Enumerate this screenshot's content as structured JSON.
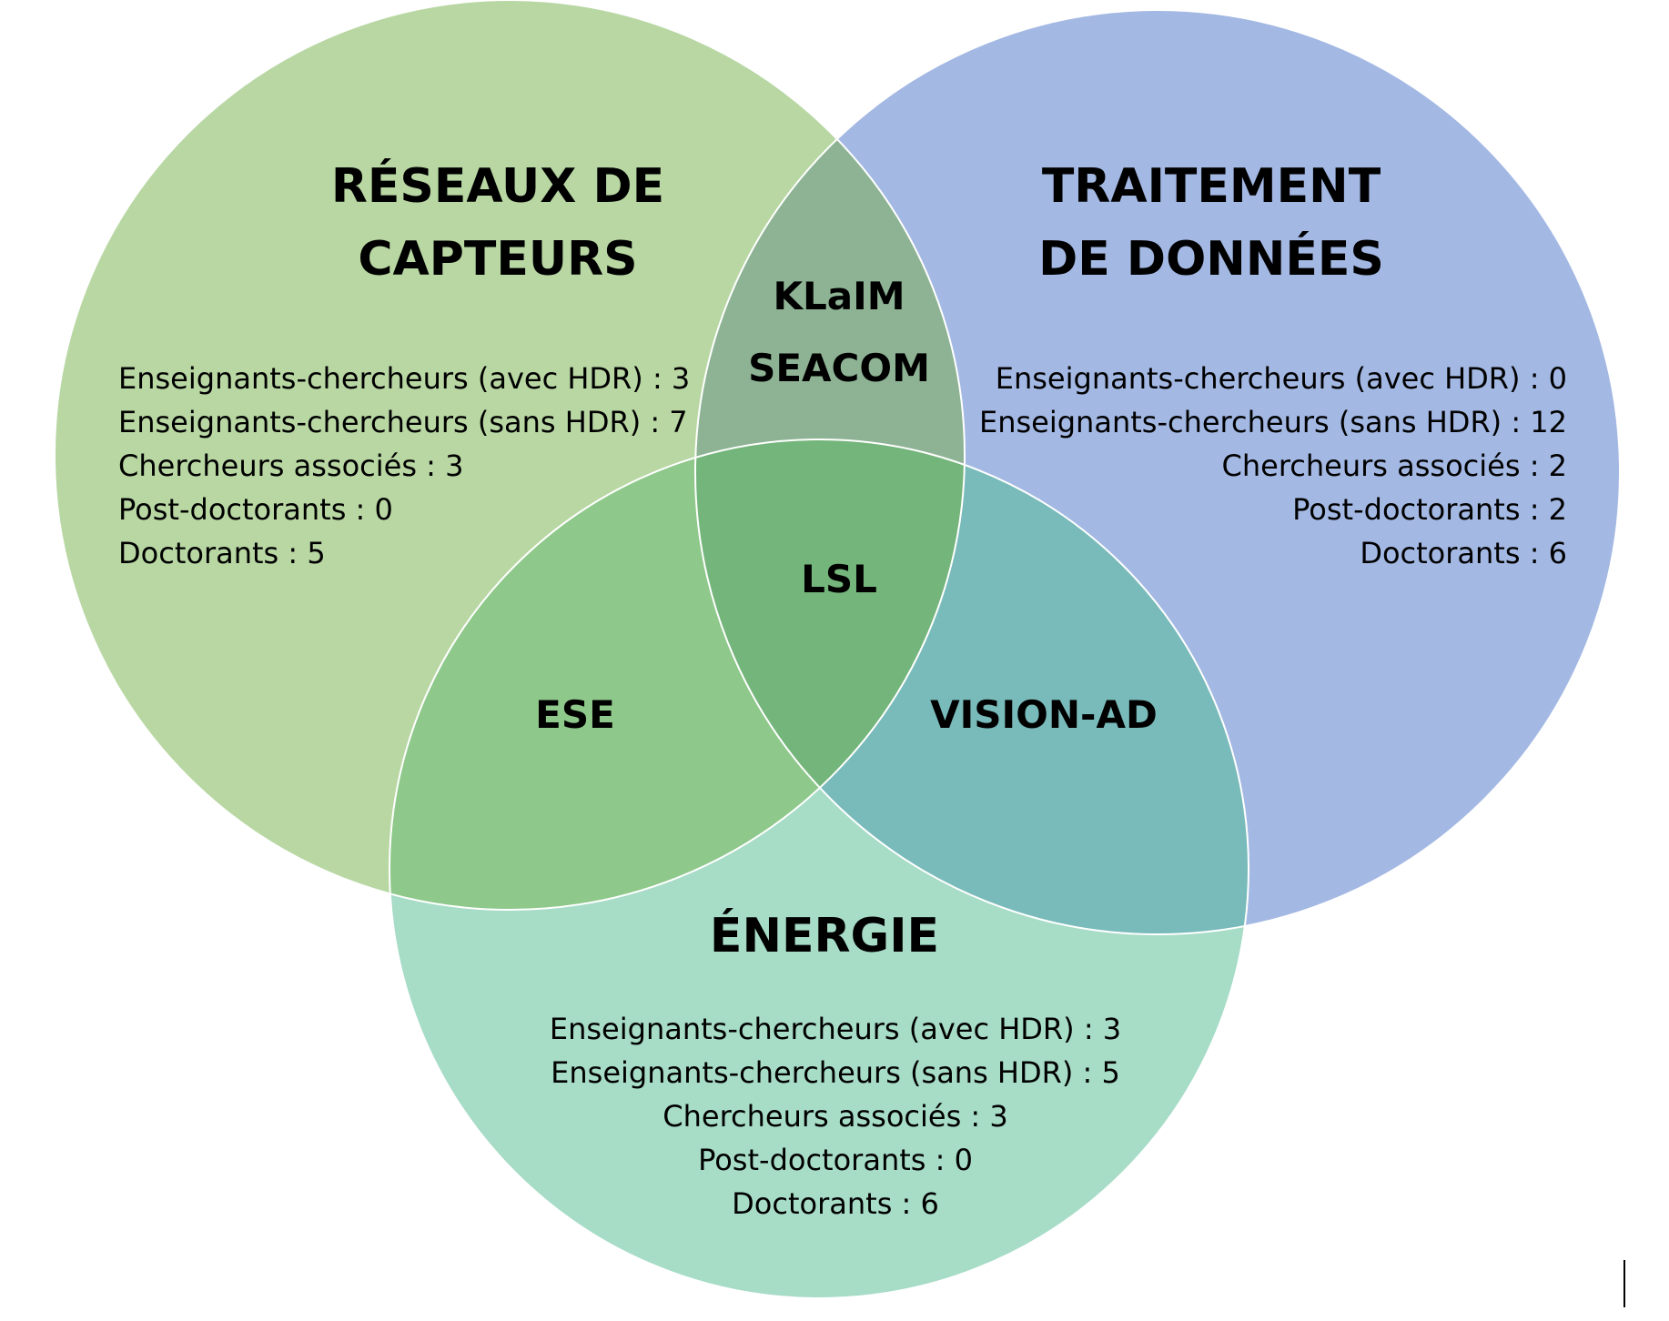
{
  "colors": {
    "capteurs": "#b8d7a3",
    "donnees": "#a3b8e3",
    "energie": "#a7dcc7",
    "outline": "#ffffff",
    "text": "#000000"
  },
  "circles": {
    "capteurs": {
      "title_line1": "RÉSEAUX DE",
      "title_line2": "CAPTEURS",
      "stats": [
        "Enseignants-chercheurs (avec HDR) : 3",
        "Enseignants-chercheurs (sans HDR) : 7",
        "Chercheurs associés : 3",
        "Post-doctorants : 0",
        "Doctorants : 5"
      ]
    },
    "donnees": {
      "title_line1": "TRAITEMENT",
      "title_line2": "DE DONNÉES",
      "stats": [
        "Enseignants-chercheurs (avec HDR) : 0",
        "Enseignants-chercheurs (sans HDR) : 12",
        "Chercheurs associés : 2",
        "Post-doctorants : 2",
        "Doctorants : 6"
      ]
    },
    "energie": {
      "title": "ÉNERGIE",
      "stats": [
        "Enseignants-chercheurs (avec HDR) : 3",
        "Enseignants-chercheurs (sans HDR) : 5",
        "Chercheurs associés : 3",
        "Post-doctorants : 0",
        "Doctorants : 6"
      ]
    }
  },
  "intersections": {
    "capteurs_donnees": [
      "KLaIM",
      "SEACOM"
    ],
    "all_three": "LSL",
    "capteurs_energie": "ESE",
    "donnees_energie": "VISION-AD"
  }
}
